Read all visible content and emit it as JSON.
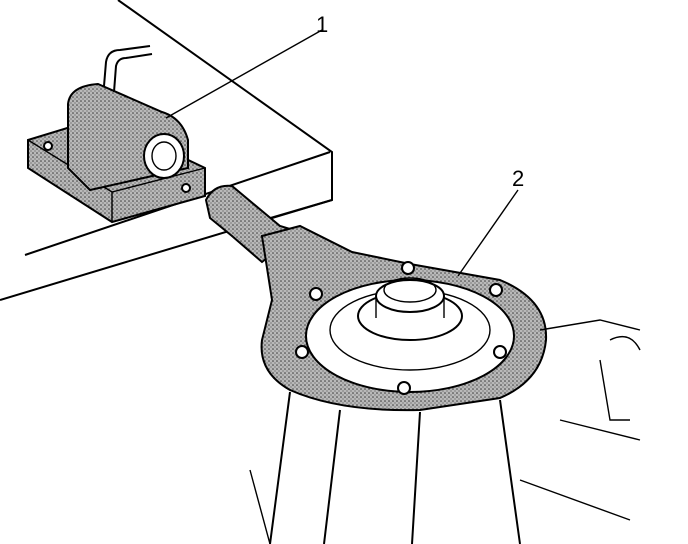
{
  "callouts": [
    {
      "id": "1",
      "label": "1"
    },
    {
      "id": "2",
      "label": "2"
    }
  ],
  "colors": {
    "ink": "#000000",
    "paper": "#ffffff",
    "stipple": "#9a9a9a"
  },
  "icons": [
    "holding-fixture-icon",
    "spanner-wrench-icon",
    "transmission-case-icon",
    "bench-icon"
  ]
}
